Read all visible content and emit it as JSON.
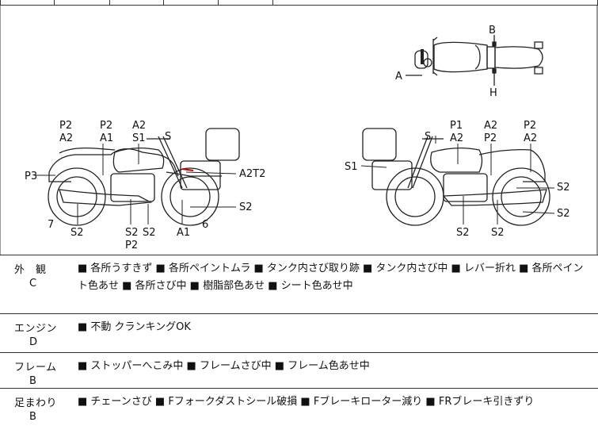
{
  "diagram": {
    "top_labels": {
      "front": "A",
      "side_top": "B",
      "side_bottom": "H"
    },
    "left_bike_labels": [
      "P2",
      "A2",
      "P2",
      "A1",
      "A2",
      "S1",
      "S",
      "P3",
      "A2T2",
      "S2",
      "7",
      "S2",
      "S2",
      "S2",
      "P2",
      "A1",
      "6"
    ],
    "right_bike_labels": [
      "S",
      "P1",
      "A2",
      "A2",
      "P2",
      "P2",
      "A2",
      "S1",
      "S2",
      "S2",
      "S2",
      "S2"
    ]
  },
  "sections": [
    {
      "name": "外　観",
      "grade": "C",
      "text": "■ 各所うすきず ■ 各所ペイントムラ ■ タンク内さび取り跡 ■ タンク内さび中 ■ レバー折れ ■ 各所ペイント色あせ ■ 各所さび中 ■ 樹脂部色あせ ■ シート色あせ中"
    },
    {
      "name": "エンジン",
      "grade": "D",
      "text": "■ 不動 クランキングOK"
    },
    {
      "name": "フレーム",
      "grade": "B",
      "text": "■ ストッパーへこみ中 ■ フレームさび中 ■ フレーム色あせ中"
    },
    {
      "name": "足まわり",
      "grade": "B",
      "text": "■ チェーンさび ■ Fフォークダストシール破損 ■ Fブレーキローター減り ■ FRブレーキ引きずり"
    }
  ]
}
